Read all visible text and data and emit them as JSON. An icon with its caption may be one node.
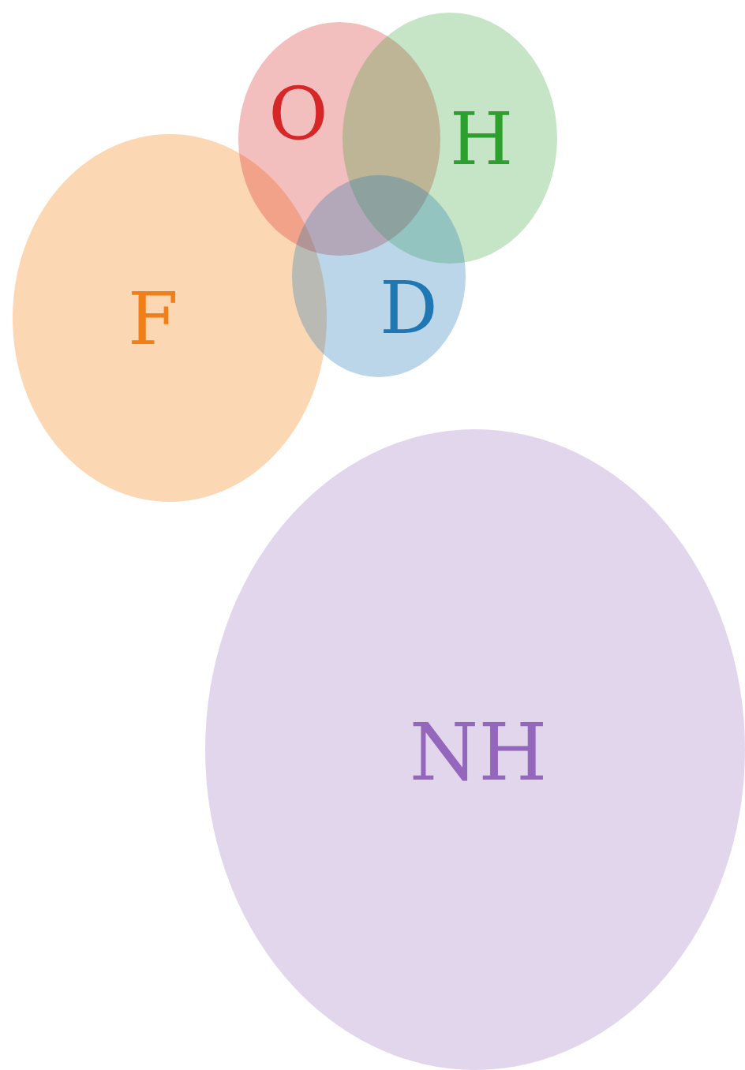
{
  "diagram": {
    "nodes": [
      {
        "text": [
          "F"
        ]
      },
      {
        "text": [
          "O"
        ]
      },
      {
        "text": [
          "H"
        ]
      },
      {
        "text": [
          "D"
        ]
      },
      {
        "text": [
          "NH"
        ]
      }
    ],
    "edges": []
  }
}
